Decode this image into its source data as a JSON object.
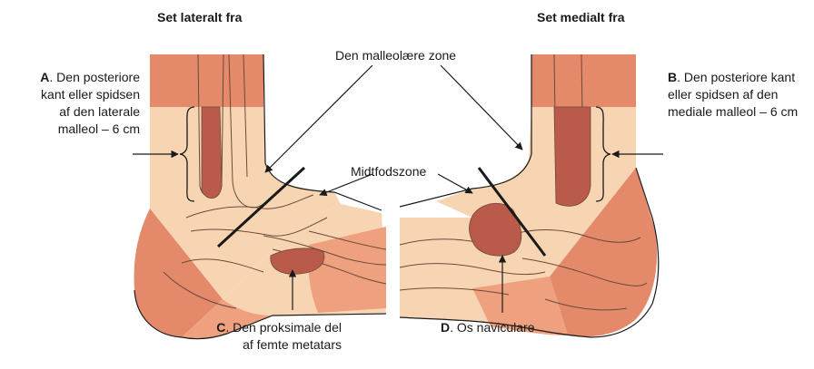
{
  "headings": {
    "lateral": "Set lateralt fra",
    "medial": "Set medialt fra"
  },
  "callouts": {
    "malleolar_zone": "Den malleolære zone",
    "midfoot_zone": "Midtfodszone",
    "a": {
      "letter": "A",
      "lines": [
        ". Den posteriore",
        "kant eller spidsen",
        "af den laterale",
        "malleol – 6 cm"
      ]
    },
    "b": {
      "letter": "B",
      "lines": [
        ". Den posteriore kant",
        "eller spidsen af den",
        "mediale malleol – 6 cm"
      ]
    },
    "c": {
      "letter": "C",
      "lines": [
        ". Den proksimale del",
        "af femte metatars"
      ]
    },
    "d": {
      "letter": "D",
      "lines": [
        ". Os naviculare"
      ]
    }
  },
  "colors": {
    "skin_light": "#f7d5b3",
    "skin_dark": "#e4896a",
    "skin_mid": "#eea07f",
    "bone_fill": "#f9dcbe",
    "highlight": "#b95a4a",
    "line": "#1a1a1a",
    "bone_stroke": "#6b4a3a"
  }
}
